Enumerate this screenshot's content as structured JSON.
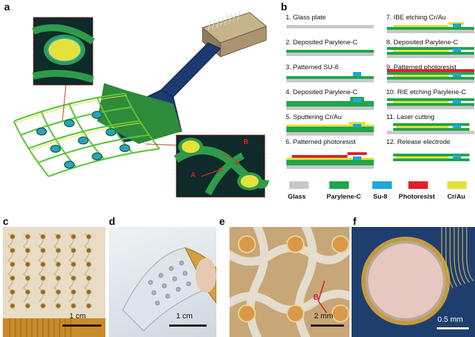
{
  "panels": {
    "a": "a",
    "b": "b",
    "c": "c",
    "d": "d",
    "e": "e",
    "f": "f"
  },
  "panel_a": {
    "marker_A": "A",
    "marker_B": "B"
  },
  "panel_b": {
    "steps": [
      "1. Glass plate",
      "2. Deposited Parylene-C",
      "3. Patterned SU-8",
      "4. Deposited Parylene-C",
      "5. Sputtering Cr/Au",
      "6. Patterned photoresist",
      "7. IBE etching Cr/Au",
      "8. Deposited Parylene-C",
      "9. Patterned photoresist",
      "10. RIE etching Parylene-C",
      "11. Laser cutting",
      "12. Release electrode"
    ],
    "legend": [
      "Glass",
      "Parylene-C",
      "Su-8",
      "Photoresist",
      "Cr/Au"
    ],
    "colors": {
      "glass": "#c8c8c8",
      "parylene": "#1fa64a",
      "su8": "#1ea7d8",
      "photoresist": "#e0202a",
      "crau": "#e2e23a"
    }
  },
  "scalebars": {
    "c": "1 cm",
    "d": "1 cm",
    "e": "2 mm",
    "f": "0.5 mm"
  },
  "panel_e": {
    "marker_B": "B"
  }
}
